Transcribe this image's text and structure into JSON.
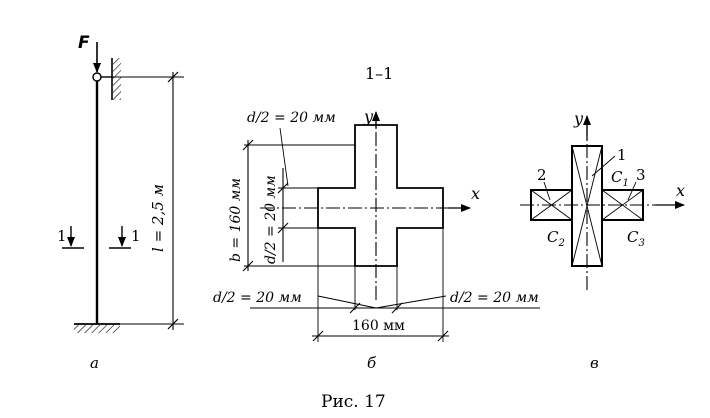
{
  "figure": {
    "caption": "Рис. 17",
    "section_title": "1–1",
    "panels": {
      "a": "а",
      "b": "б",
      "c": "в"
    }
  },
  "column": {
    "force_label": "F",
    "length_label": "l = 2,5 м",
    "section_mark": "1"
  },
  "section": {
    "axis_y": "y",
    "axis_x": "x",
    "height_label": "b = 160 мм",
    "half_d_label": "d/2 = 20 мм",
    "width_label": "160 мм"
  },
  "decomposition": {
    "axis_y": "y",
    "axis_x": "x",
    "part_1": "1",
    "part_2": "2",
    "part_3": "3",
    "c1": "C",
    "c1_sub": "1",
    "c2": "C",
    "c2_sub": "2",
    "c3": "C",
    "c3_sub": "3"
  }
}
